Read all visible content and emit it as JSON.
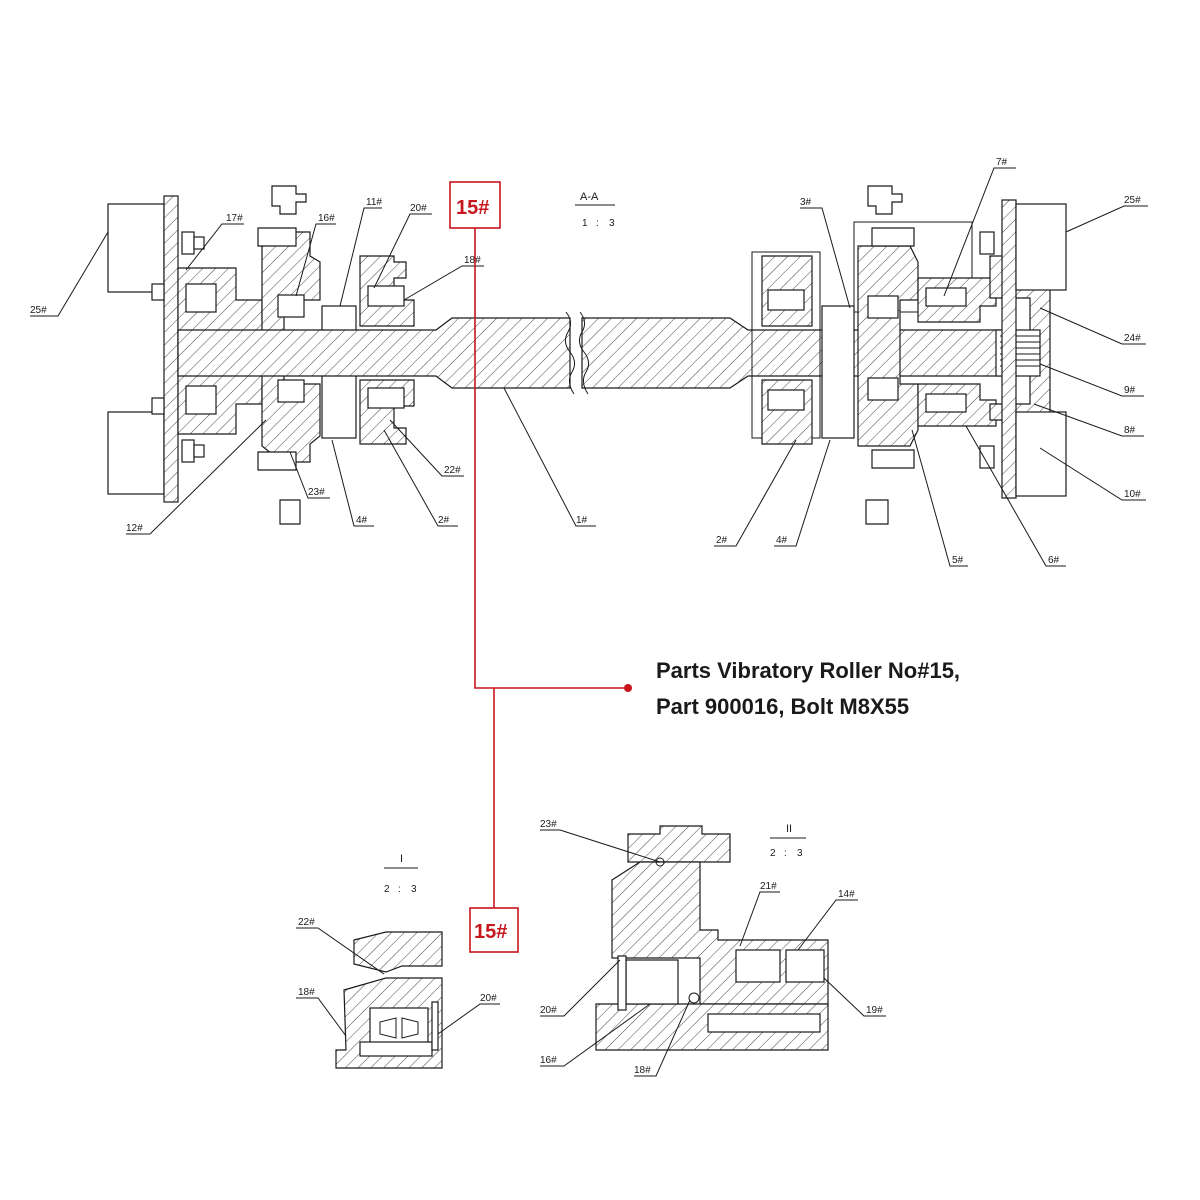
{
  "section": {
    "title": "A-A",
    "scale_left": "1",
    "scale_sep": ":",
    "scale_right": "3"
  },
  "detail_1": {
    "title": "I",
    "scale_left": "2",
    "scale_sep": ":",
    "scale_right": "3"
  },
  "detail_2": {
    "title": "II",
    "scale_left": "2",
    "scale_sep": ":",
    "scale_right": "3"
  },
  "callout": {
    "label_top": "15#",
    "label_bottom": "15#",
    "note_line1": "Parts Vibratory Roller No#15,",
    "note_line2": "Part 900016, Bolt M8X55"
  },
  "main_labels": [
    "25#",
    "17#",
    "16#",
    "11#",
    "20#",
    "18#",
    "22#",
    "23#",
    "4#",
    "2#",
    "1#",
    "12#",
    "3#",
    "7#",
    "25#",
    "24#",
    "9#",
    "8#",
    "10#",
    "6#",
    "5#",
    "4#",
    "2#"
  ],
  "detail1_labels": [
    "22#",
    "18#",
    "20#"
  ],
  "detail2_labels": [
    "23#",
    "21#",
    "14#",
    "20#",
    "19#",
    "16#",
    "18#"
  ]
}
